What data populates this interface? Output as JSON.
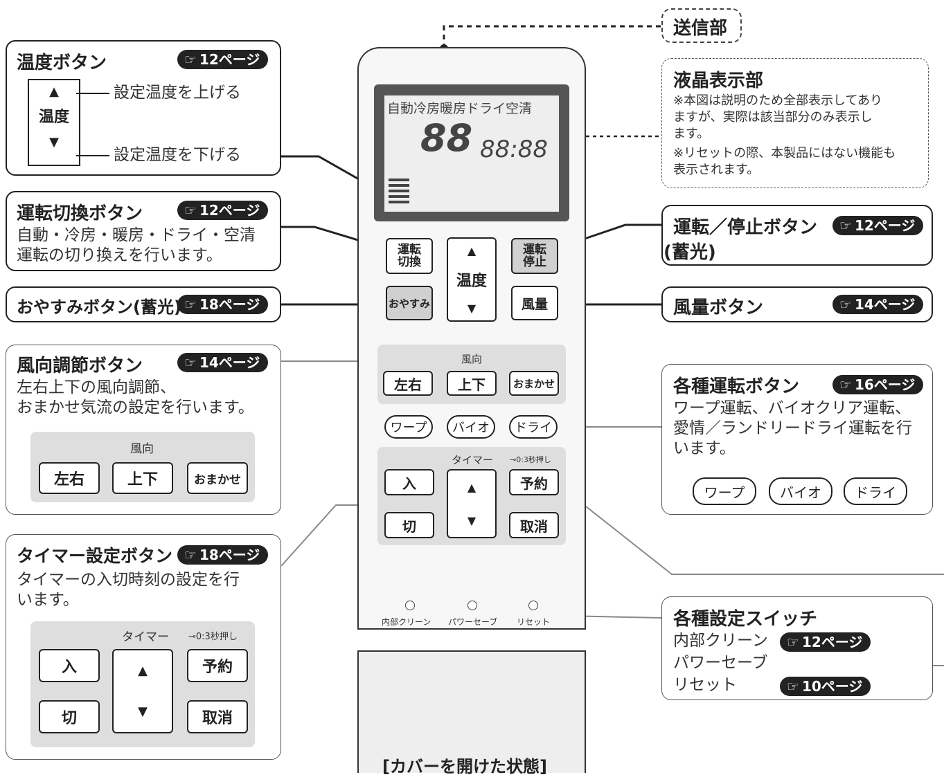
{
  "callouts": {
    "soshinbu": "送信部",
    "lcd": {
      "title": "液晶表示部",
      "note1": "※本図は説明のため全部表示してあり\n ますが、実際は該当部分のみ表示し\n ます。",
      "note2": "※リセットの際、本製品にはない機能も\n 表示されます。"
    },
    "temp": {
      "title": "温度ボタン",
      "ref": "12ページ",
      "up_desc": "設定温度を上げる",
      "down_desc": "設定温度を下げる",
      "label": "温度",
      "up": "▲",
      "down": "▼"
    },
    "mode": {
      "title": "運転切換ボタン",
      "ref": "12ページ",
      "desc": "自動・冷房・暖房・ドライ・空清\n運転の切り換えを行います。"
    },
    "sleep": {
      "title": "おやすみボタン(蓄光)",
      "ref": "18ページ"
    },
    "vane": {
      "title": "風向調節ボタン",
      "ref": "14ページ",
      "desc": "左右上下の風向調節、\nおまかせ気流の設定を行います。",
      "panel_label": "風向",
      "b1": "左右",
      "b2": "上下",
      "b3": "おまかせ"
    },
    "timer": {
      "title": "タイマー設定ボタン",
      "ref": "18ページ",
      "desc": "タイマーの入切時刻の設定を行\nいます。",
      "panel_label": "タイマー",
      "lock_label": "⊸0:3秒押し",
      "on": "入",
      "off": "切",
      "up": "▲",
      "down": "▼",
      "reserve": "予約",
      "cancel": "取消"
    },
    "power": {
      "title": "運転／停止ボタン",
      "sub": "(蓄光)",
      "ref": "12ページ"
    },
    "fan": {
      "title": "風量ボタン",
      "ref": "14ページ"
    },
    "special": {
      "title": "各種運転ボタン",
      "ref": "16ページ",
      "desc": "ワープ運転、バイオクリア運転、\n愛情／ランドリードライ運転を行\nいます。",
      "b1": "ワープ",
      "b2": "バイオ",
      "b3": "ドライ"
    },
    "switches": {
      "title": "各種設定スイッチ",
      "s1": "内部クリーン",
      "s1_ref": "12ページ",
      "s2": "パワーセーブ",
      "s3": "リセット",
      "s3_ref": "10ページ"
    }
  },
  "remote": {
    "lcd_modes": "自動冷房暖房ドライ空清",
    "lcd_digits": "88",
    "lcd_clock": "88:88",
    "btn_mode": "運転\n切換",
    "btn_power": "運転\n停止",
    "btn_sleep": "おやすみ",
    "btn_fan": "風量",
    "temp_label": "温度",
    "vane_label": "風向",
    "timer_label": "タイマー",
    "lock_label": "⊸0:3秒押し",
    "sw1": "内部クリーン",
    "sw2": "パワーセーブ",
    "sw3": "リセット",
    "caption": "[カバーを開けた状態]"
  },
  "ref_icon": "☞"
}
